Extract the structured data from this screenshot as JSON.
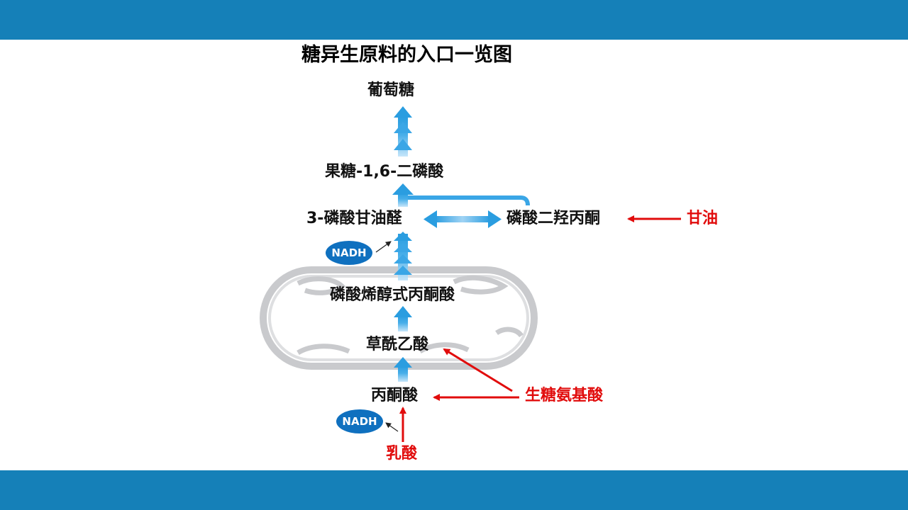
{
  "title": "糖异生原料的入口一览图",
  "nodes": {
    "glucose": "葡萄糖",
    "fbp": "果糖-1,6-二磷酸",
    "g3p": "3-磷酸甘油醛",
    "dhap": "磷酸二羟丙酮",
    "pep": "磷酸烯醇式丙酮酸",
    "oaa": "草酰乙酸",
    "pyruvate": "丙酮酸"
  },
  "sources": {
    "glycerol": "甘油",
    "glucogenic_aa": "生糖氨基酸",
    "lactate": "乳酸"
  },
  "cofactors": {
    "nadh_upper": "NADH",
    "nadh_lower": "NADH"
  },
  "colors": {
    "band": "#1580b8",
    "pathway_arrow": "#3aa6e6",
    "source_arrow": "#e10c0c",
    "nadh_badge": "#0f70bf",
    "mitochondrion": "#c9cacd"
  }
}
